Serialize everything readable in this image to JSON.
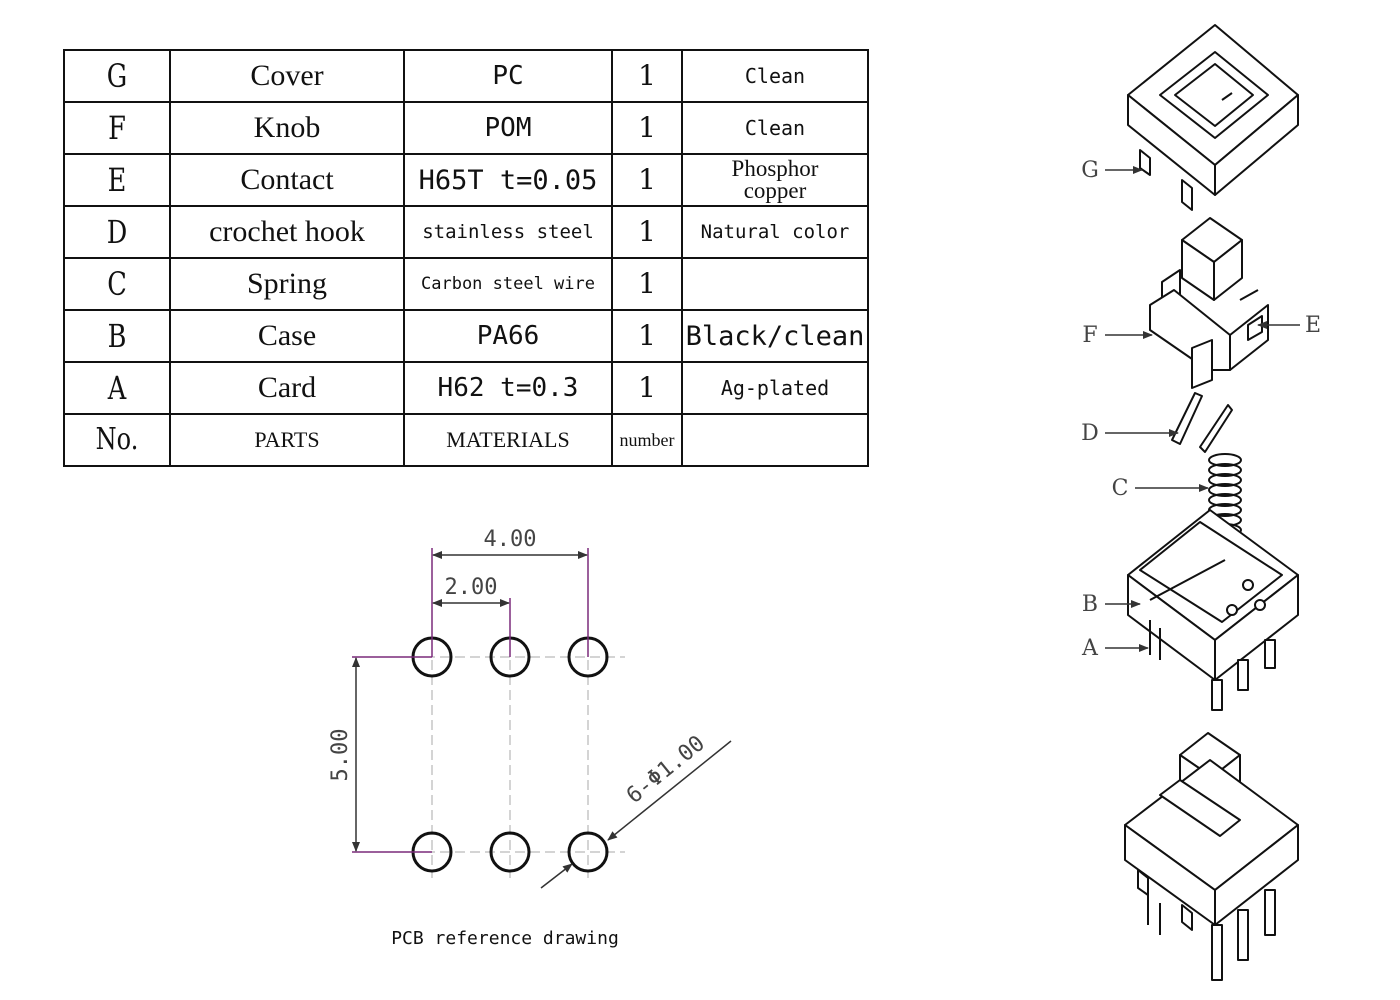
{
  "table": {
    "rows": [
      {
        "no": "G",
        "part": "Cover",
        "material": "PC",
        "number": "1",
        "note": "Clean"
      },
      {
        "no": "F",
        "part": "Knob",
        "material": "POM",
        "number": "1",
        "note": "Clean"
      },
      {
        "no": "E",
        "part": "Contact",
        "material": "H65T t=0.05",
        "number": "1",
        "note_line1": "Phosphor",
        "note_line2": "copper"
      },
      {
        "no": "D",
        "part": "crochet hook",
        "material": "stainless steel",
        "number": "1",
        "note": "Natural color"
      },
      {
        "no": "C",
        "part": "Spring",
        "material": "Carbon steel wire",
        "number": "1",
        "note": ""
      },
      {
        "no": "B",
        "part": "Case",
        "material": "PA66",
        "number": "1",
        "note": "Black/clean"
      },
      {
        "no": "A",
        "part": "Card",
        "material": "H62 t=0.3",
        "number": "1",
        "note": "Ag-plated"
      }
    ],
    "header": {
      "no": "No.",
      "part": "PARTS",
      "material": "MATERIALS",
      "number": "number",
      "note": ""
    }
  },
  "pcb": {
    "dim_pitch_4": "4.00",
    "dim_pitch_2": "2.00",
    "dim_row_gap": "5.00",
    "dim_hole": "6-Φ1.00",
    "caption": "PCB reference drawing"
  },
  "exploded_labels": {
    "g": "G",
    "f": "F",
    "e": "E",
    "d": "D",
    "c": "C",
    "b": "B",
    "a": "A"
  }
}
